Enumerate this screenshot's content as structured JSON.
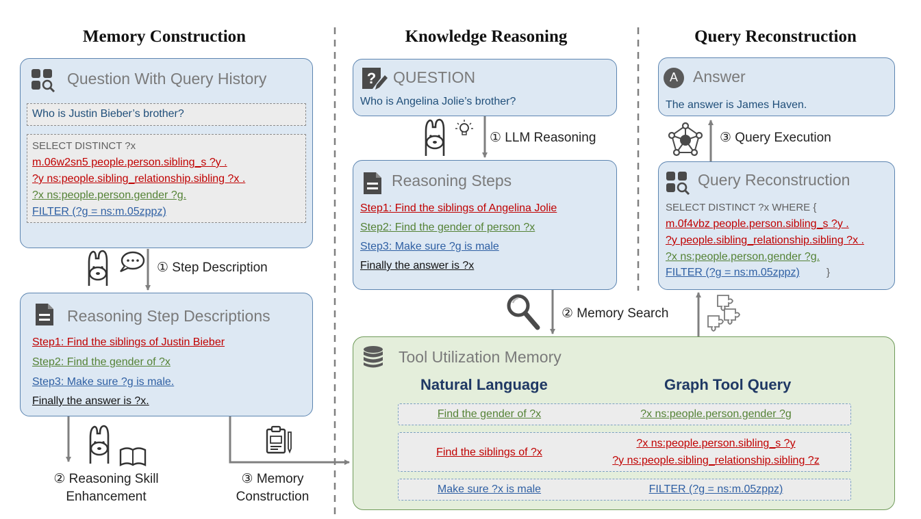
{
  "columns": {
    "left": "Memory Construction",
    "middle": "Knowledge Reasoning",
    "right": "Query Reconstruction"
  },
  "left": {
    "history_box": {
      "title": "Question With Query History",
      "question": "Who is Justin Bieber’s brother?",
      "query_lines": [
        "SELECT DISTINCT ?x",
        "m.06w2sn5 people.person.sibling_s ?y .",
        "?y ns:people.sibling_relationship.sibling ?x .",
        "?x ns:people.person.gender ?g.",
        "FILTER (?g = ns:m.05zppz)"
      ]
    },
    "step1": "① Step Description",
    "descriptions_box": {
      "title": "Reasoning Step Descriptions",
      "lines": [
        "Step1: Find the siblings of Justin Bieber",
        "Step2: Find the gender of ?x",
        "Step3: Make sure ?g is male.",
        "Finally the answer is ?x."
      ]
    },
    "step2_line1": "② Reasoning Skill",
    "step2_line2": "Enhancement",
    "step3_line1": "③ Memory",
    "step3_line2": "Construction"
  },
  "middle": {
    "question_box": {
      "title": "QUESTION",
      "question": "Who is Angelina Jolie’s brother?"
    },
    "step1": "① LLM Reasoning",
    "steps_box": {
      "title": "Reasoning Steps",
      "lines": [
        "Step1: Find the siblings of Angelina Jolie",
        "Step2: Find the gender of person ?x",
        "Step3: Make sure ?g is male",
        "Finally the answer is ?x"
      ]
    },
    "step2": "② Memory Search"
  },
  "memory": {
    "title": "Tool Utilization Memory",
    "col_nl": "Natural Language",
    "col_query": "Graph Tool Query",
    "rows": [
      {
        "nl": "Find the gender of ?x",
        "query1": "?x ns:people.person.gender ?g",
        "query2": ""
      },
      {
        "nl": "Find the siblings of ?x",
        "query1": "?x ns:people.person.sibling_s ?y",
        "query2": "?y ns:people.sibling_relationship.sibling ?z"
      },
      {
        "nl": "Make sure ?x is male",
        "query1": "FILTER (?g = ns:m.05zppz)",
        "query2": ""
      }
    ]
  },
  "right": {
    "answer_box": {
      "badge": "A",
      "title": "Answer",
      "text": "The answer is James Haven."
    },
    "step3": "③ Query Execution",
    "recon_box": {
      "title": "Query Reconstruction",
      "query_lines": [
        "SELECT DISTINCT ?x WHERE {",
        "m.0f4vbz people.person.sibling_s ?y .",
        "?y people.sibling_relationship.sibling ?x .",
        "?x ns:people.person.gender ?g.",
        "FILTER (?g = ns:m.05zppz)",
        "}"
      ]
    }
  },
  "colors": {
    "blue_box_fill": "#dde8f3",
    "blue_box_border": "#5b84b0",
    "green_box_fill": "#e4eedb",
    "red": "#c00000",
    "green": "#548235",
    "blue": "#2e5fa3"
  }
}
